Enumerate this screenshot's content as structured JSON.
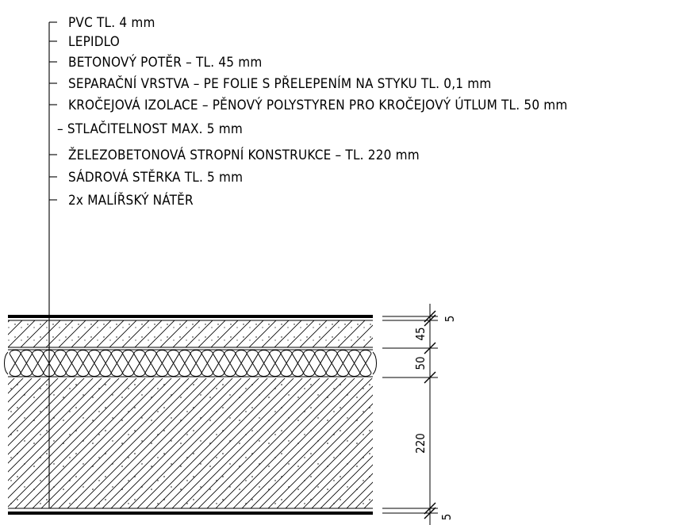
{
  "legend": [
    {
      "text": "PVC TL. 4 mm"
    },
    {
      "text": "LEPIDLO"
    },
    {
      "text": "BETONOVÝ POTĚR – TL. 45 mm"
    },
    {
      "text": "SEPARAČNÍ VRSTVA – PE FOLIE S PŘELEPENÍM NA STYKU TL. 0,1 mm"
    },
    {
      "text": "KROČEJOVÁ IZOLACE – PĚNOVÝ POLYSTYREN PRO KROČEJOVÝ ÚTLUM TL. 50 mm"
    },
    {
      "text": "– STLAČITELNOST MAX. 5 mm",
      "continuation": true
    },
    {
      "text": "ŽELEZOBETONOVÁ STROPNÍ KONSTRUKCE – TL. 220 mm"
    },
    {
      "text": "SÁDROVÁ STĚRKA TL. 5 mm"
    },
    {
      "text": "2x MALÍŘSKÝ NÁTĚR"
    }
  ],
  "dimensions": [
    "5",
    "45",
    "50",
    "220",
    "5"
  ],
  "colors": {
    "line": "#000000",
    "background": "#ffffff"
  }
}
